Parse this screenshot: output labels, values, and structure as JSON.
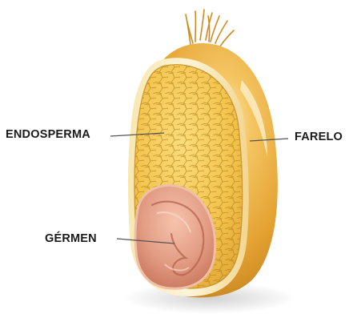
{
  "labels": {
    "endosperma": "ENDOSPERMA",
    "farelo": "FARELO",
    "germen": "GÉRMEN"
  },
  "colors": {
    "bran_outer": "#e2a234",
    "bran_highlight": "#fbe7a6",
    "endosperm_fill": "#f0c34a",
    "endosperm_cell_line": "#b07d1a",
    "germ_fill": "#e3a086",
    "germ_dark": "#b4624b",
    "leader_line": "#555555",
    "label_text": "#1a1a1a"
  }
}
